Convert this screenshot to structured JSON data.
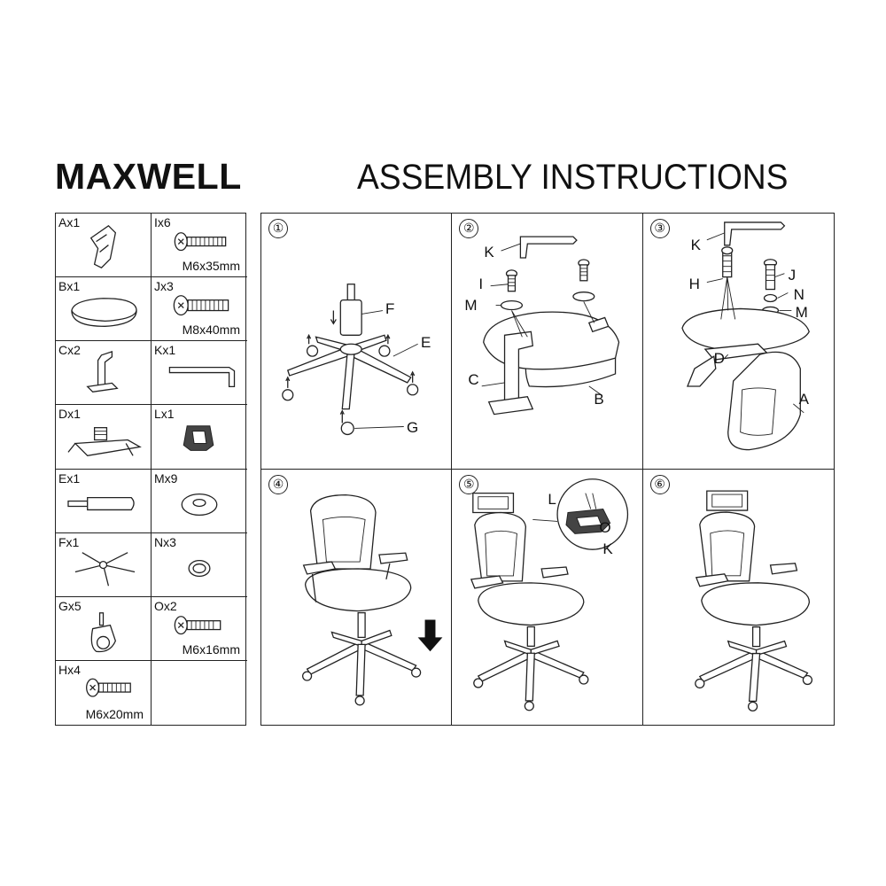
{
  "header": {
    "brand": "MAXWELL",
    "title": "ASSEMBLY INSTRUCTIONS"
  },
  "parts": [
    {
      "qty": "Ax1",
      "size": "",
      "icon": "armrest-icon"
    },
    {
      "qty": "Ix6",
      "size": "M6x35mm",
      "icon": "bolt-icon"
    },
    {
      "qty": "Bx1",
      "size": "",
      "icon": "seat-cushion-icon"
    },
    {
      "qty": "Jx3",
      "size": "M8x40mm",
      "icon": "bolt-icon"
    },
    {
      "qty": "Cx2",
      "size": "",
      "icon": "armrest-bracket-icon"
    },
    {
      "qty": "Kx1",
      "size": "",
      "icon": "allen-key-icon"
    },
    {
      "qty": "Dx1",
      "size": "",
      "icon": "seat-mechanism-icon"
    },
    {
      "qty": "Lx1",
      "size": "",
      "icon": "headrest-clip-icon"
    },
    {
      "qty": "Ex1",
      "size": "",
      "icon": "gas-cylinder-icon"
    },
    {
      "qty": "Mx9",
      "size": "",
      "icon": "washer-icon"
    },
    {
      "qty": "Fx1",
      "size": "",
      "icon": "star-base-icon"
    },
    {
      "qty": "Nx3",
      "size": "",
      "icon": "spring-washer-icon"
    },
    {
      "qty": "Gx5",
      "size": "",
      "icon": "caster-icon"
    },
    {
      "qty": "Ox2",
      "size": "M6x16mm",
      "icon": "bolt-icon"
    },
    {
      "qty": "Hx4",
      "size": "M6x20mm",
      "icon": "bolt-icon"
    },
    {
      "qty": "",
      "size": "",
      "icon": ""
    }
  ],
  "steps": [
    {
      "num": "①",
      "labels": [
        "F",
        "E",
        "G"
      ]
    },
    {
      "num": "②",
      "labels": [
        "K",
        "I",
        "M",
        "C",
        "B"
      ]
    },
    {
      "num": "③",
      "labels": [
        "K",
        "H",
        "J",
        "N",
        "M",
        "D",
        "A"
      ]
    },
    {
      "num": "④",
      "labels": []
    },
    {
      "num": "⑤",
      "labels": [
        "L",
        "O",
        "K"
      ]
    },
    {
      "num": "⑥",
      "labels": []
    }
  ]
}
